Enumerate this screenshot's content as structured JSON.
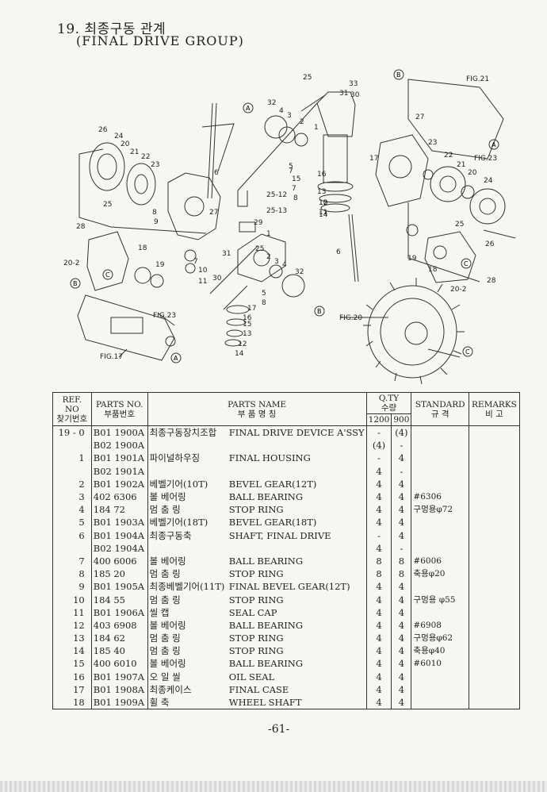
{
  "title": {
    "korean": "19. 최종구동 관계",
    "english": "(FINAL DRIVE GROUP)"
  },
  "diagram": {
    "fig_refs": [
      "FIG.21",
      "FIG.23",
      "FIG.17",
      "FIG.23",
      "FIG.20"
    ],
    "markers": [
      "A",
      "B",
      "C"
    ],
    "callouts": [
      "25",
      "33",
      "31",
      "30",
      "32",
      "4",
      "3",
      "2",
      "1",
      "26",
      "24",
      "20",
      "21",
      "22",
      "23",
      "6",
      "8",
      "9",
      "27",
      "25",
      "7",
      "5",
      "15",
      "16",
      "13",
      "7",
      "8",
      "10",
      "11",
      "12",
      "14",
      "25-12",
      "25-13",
      "29",
      "1",
      "28",
      "18",
      "19",
      "20-2",
      "10",
      "11",
      "31",
      "7",
      "30",
      "25",
      "2",
      "3",
      "4",
      "32",
      "5",
      "8",
      "17",
      "16",
      "15",
      "13",
      "12",
      "14",
      "6",
      "27",
      "23",
      "22",
      "21",
      "20",
      "24",
      "25",
      "19",
      "18",
      "26",
      "28",
      "20-2",
      "17"
    ]
  },
  "table": {
    "headers": {
      "ref_en": "REF. NO",
      "ref_kr": "찾기번호",
      "pno_en": "PARTS NO.",
      "pno_kr": "부품번호",
      "name_en": "PARTS NAME",
      "name_kr": "부 품 명 칭",
      "qty_en": "Q.TY",
      "qty_kr": "수량",
      "qty_1": "1200",
      "qty_2": "900",
      "std_en": "STANDARD",
      "std_kr": "규 격",
      "rem_en": "REMARKS",
      "rem_kr": "비 고"
    },
    "rows": [
      {
        "ref": "19 - 0",
        "pno": "B01 1900A",
        "kr": "최종구동장치조합",
        "en": "FINAL DRIVE DEVICE A'SSY",
        "q1": "-",
        "q2": "(4)",
        "std": ""
      },
      {
        "ref": "",
        "pno": "B02 1900A",
        "kr": "",
        "en": "",
        "q1": "(4)",
        "q2": "-",
        "std": ""
      },
      {
        "ref": "1",
        "pno": "B01 1901A",
        "kr": "파이널하우징",
        "en": "FINAL HOUSING",
        "q1": "-",
        "q2": "4",
        "std": ""
      },
      {
        "ref": "",
        "pno": "B02 1901A",
        "kr": "",
        "en": "",
        "q1": "4",
        "q2": "-",
        "std": ""
      },
      {
        "ref": "2",
        "pno": "B01 1902A",
        "kr": "베벨기어(10T)",
        "en": "BEVEL GEAR(12T)",
        "q1": "4",
        "q2": "4",
        "std": ""
      },
      {
        "ref": "3",
        "pno": "402 6306",
        "kr": "볼 베어링",
        "en": "BALL BEARING",
        "q1": "4",
        "q2": "4",
        "std": "#6306"
      },
      {
        "ref": "4",
        "pno": "184 72",
        "kr": "멈 춤 링",
        "en": "STOP RING",
        "q1": "4",
        "q2": "4",
        "std": "구멍용φ72"
      },
      {
        "ref": "5",
        "pno": "B01 1903A",
        "kr": "베벨기어(18T)",
        "en": "BEVEL GEAR(18T)",
        "q1": "4",
        "q2": "4",
        "std": ""
      },
      {
        "ref": "6",
        "pno": "B01 1904A",
        "kr": "최종구동축",
        "en": "SHAFT, FINAL DRIVE",
        "q1": "-",
        "q2": "4",
        "std": ""
      },
      {
        "ref": "",
        "pno": "B02 1904A",
        "kr": "",
        "en": "",
        "q1": "4",
        "q2": "-",
        "std": ""
      },
      {
        "ref": "7",
        "pno": "400 6006",
        "kr": "볼 베어링",
        "en": "BALL BEARING",
        "q1": "8",
        "q2": "8",
        "std": "#6006"
      },
      {
        "ref": "8",
        "pno": "185 20",
        "kr": "멈 춤 링",
        "en": "STOP RING",
        "q1": "8",
        "q2": "8",
        "std": "축용φ20"
      },
      {
        "ref": "9",
        "pno": "B01 1905A",
        "kr": "최종베벨기어(11T)",
        "en": "FINAL BEVEL GEAR(12T)",
        "q1": "4",
        "q2": "4",
        "std": ""
      },
      {
        "ref": "10",
        "pno": "184 55",
        "kr": "멈 춤 링",
        "en": "STOP RING",
        "q1": "4",
        "q2": "4",
        "std": "구멍용 φ55"
      },
      {
        "ref": "11",
        "pno": "B01 1906A",
        "kr": "씰 캡",
        "en": "SEAL CAP",
        "q1": "4",
        "q2": "4",
        "std": ""
      },
      {
        "ref": "12",
        "pno": "403 6908",
        "kr": "볼 베어링",
        "en": "BALL BEARING",
        "q1": "4",
        "q2": "4",
        "std": "#6908"
      },
      {
        "ref": "13",
        "pno": "184 62",
        "kr": "멈 춤 링",
        "en": "STOP RING",
        "q1": "4",
        "q2": "4",
        "std": "구멍용φ62"
      },
      {
        "ref": "14",
        "pno": "185 40",
        "kr": "멈 춤 링",
        "en": "STOP RING",
        "q1": "4",
        "q2": "4",
        "std": "축용φ40"
      },
      {
        "ref": "15",
        "pno": "400 6010",
        "kr": "볼 베어링",
        "en": "BALL BEARING",
        "q1": "4",
        "q2": "4",
        "std": "#6010"
      },
      {
        "ref": "16",
        "pno": "B01 1907A",
        "kr": "오 일 씰",
        "en": "OIL SEAL",
        "q1": "4",
        "q2": "4",
        "std": ""
      },
      {
        "ref": "17",
        "pno": "B01 1908A",
        "kr": "최종케이스",
        "en": "FINAL CASE",
        "q1": "4",
        "q2": "4",
        "std": ""
      },
      {
        "ref": "18",
        "pno": "B01 1909A",
        "kr": "휠 축",
        "en": "WHEEL SHAFT",
        "q1": "4",
        "q2": "4",
        "std": ""
      }
    ]
  },
  "page_number": "-61-"
}
